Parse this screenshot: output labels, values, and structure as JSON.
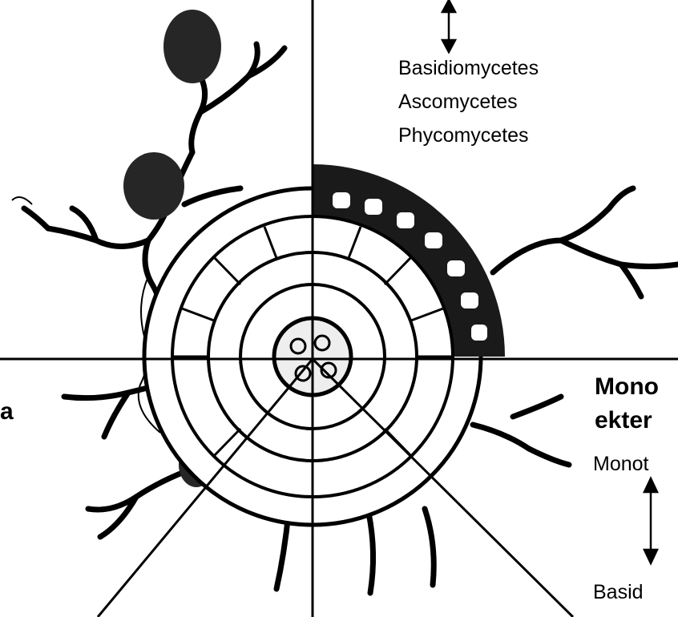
{
  "diagram": {
    "top_right_groups": [
      "Basidiomycetes",
      "Ascomycetes",
      "Phycomycetes"
    ],
    "right_title_line1": "Mono",
    "right_title_line2": "ekter",
    "left_fragment": "a",
    "right_top_fragment": "Monot",
    "right_bottom_fragment": "Basid"
  },
  "colors": {
    "ink": "#000000",
    "background": "#ffffff"
  }
}
